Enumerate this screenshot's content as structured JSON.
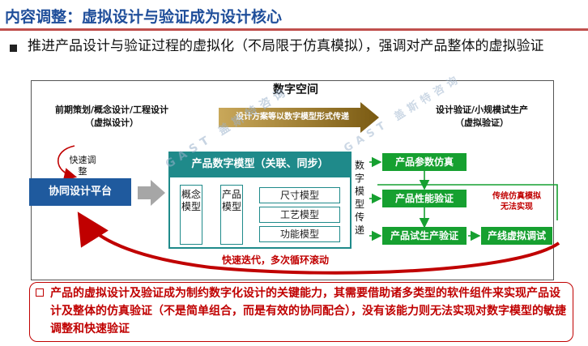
{
  "title": "内容调整：虚拟设计与验证成为设计核心",
  "bullet": "推进产品设计与验证过程的虚拟化（不局限于仿真模拟），强调对产品整体的虚拟验证",
  "diagram": {
    "space_title": "数字空间",
    "left_label_1": "前期策划/概念设计/工程设计",
    "left_label_2": "（虚拟设计）",
    "right_label_1": "设计验证/小规模试生产",
    "right_label_2": "（虚拟验证）",
    "arrow_label": "设计方案等以数字模型形式传递",
    "feedback_label_1": "快速调",
    "feedback_label_2": "整",
    "platform": "协同设计平台",
    "model_header": "产品数字模型（关联、同步）",
    "concept_model": "概念模型",
    "product_model": "产品模型",
    "sub_models": [
      "尺寸模型",
      "工艺模型",
      "功能模型"
    ],
    "transfer_vertical": "数字模型传递",
    "green_boxes": {
      "param_sim": "产品参数仿真",
      "perf_verify": "产品性能验证",
      "trial_verify": "产品试生产验证",
      "line_debug": "产线虚拟调试"
    },
    "traditional_1": "传统仿真模拟",
    "traditional_2": "无法实现",
    "iteration": "快速迭代，多次循环滚动",
    "watermark": "GAST 盖斯特咨询"
  },
  "conclusion": "产品的虚拟设计及验证成为制约数字化设计的关键能力，其需要借助诸多类型的软件组件来实现产品设计及整体的仿真验证（不是简单组合，而是有效的协同配合），没有该能力则无法实现对数字模型的敏捷调整和快速验证",
  "colors": {
    "title": "#1f4e9a",
    "accent_red": "#c00000",
    "teal": "#1f8a8a",
    "green": "#16a030",
    "blue": "#1f5a9e",
    "arrow_brown": "#8a6a1e"
  }
}
